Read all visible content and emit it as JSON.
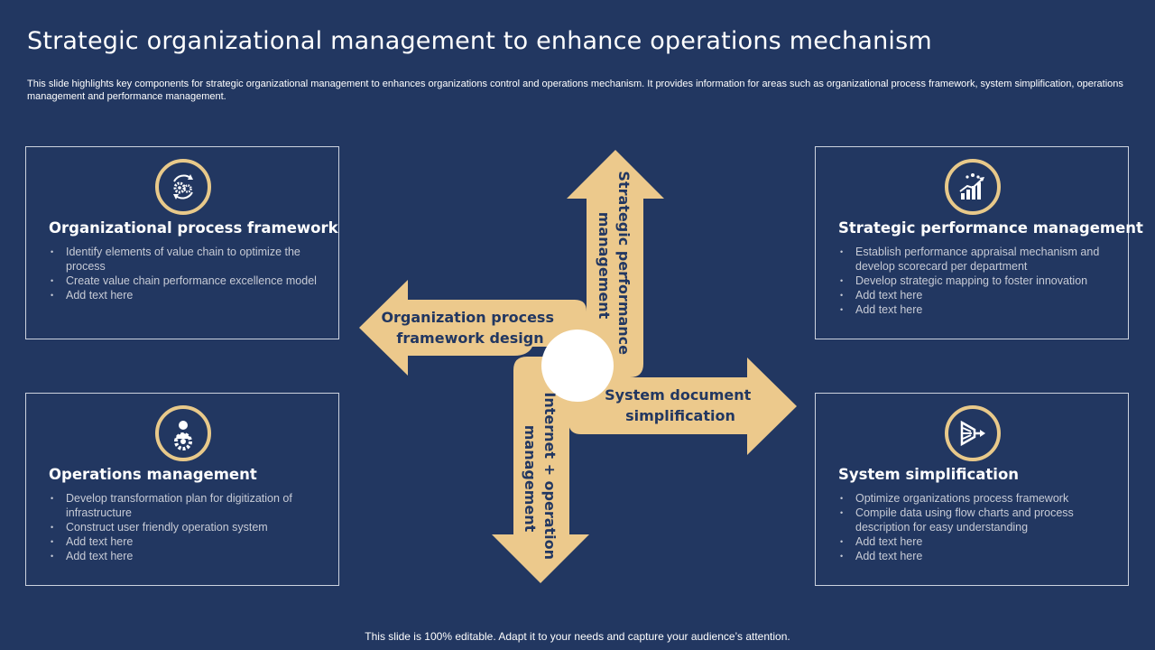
{
  "title": "Strategic organizational management to enhance operations mechanism",
  "subtitle": "This slide highlights key components for strategic organizational management to enhances organizations control and operations mechanism. It provides information for areas such as organizational process framework, system simplification, operations management and performance management.",
  "colors": {
    "background": "#223761",
    "accent": "#e8c98a",
    "border": "#cdd3df"
  },
  "cards": [
    {
      "title": "Organizational process framework",
      "icon": "gears-cycle-icon",
      "items": [
        "Identify elements of value  chain to optimize the process",
        "Create value  chain performance excellence model",
        "Add text here"
      ]
    },
    {
      "title": "Strategic performance management",
      "icon": "growth-chart-icon",
      "items": [
        "Establish performance  appraisal mechanism and develop  scorecard per department",
        "Develop  strategic mapping  to foster innovation",
        "Add text here",
        "Add text here"
      ]
    },
    {
      "title": "Operations management",
      "icon": "manager-gear-icon",
      "items": [
        "Develop  transformation  plan for digitization of infrastructure",
        "Construct user friendly operation  system",
        "Add text here",
        "Add text here"
      ]
    },
    {
      "title": "System simplification",
      "icon": "funnel-arrow-icon",
      "items": [
        "Optimize organizations  process framework",
        "Compile data using flow charts and process description for easy understanding",
        "Add text here",
        "Add text here"
      ]
    }
  ],
  "arrows": {
    "left": [
      "Organization process",
      "framework design"
    ],
    "up": [
      "Strategic performance",
      "management"
    ],
    "right": [
      "System document",
      "simplification"
    ],
    "down": [
      "Internet + operation",
      "management"
    ]
  },
  "footer": "This slide is 100% editable. Adapt it to your needs and capture your audience’s attention."
}
